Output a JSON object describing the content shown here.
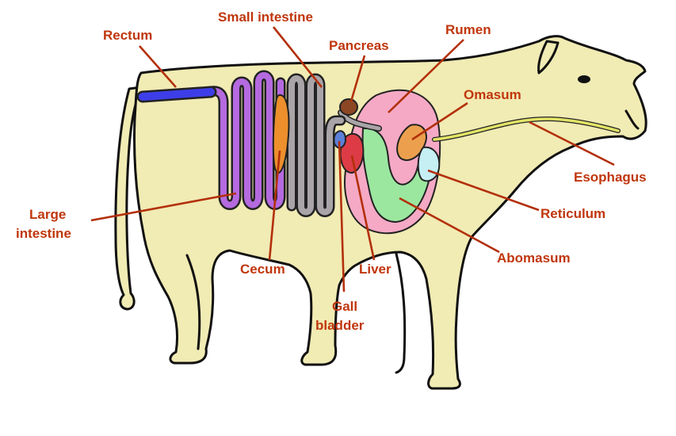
{
  "colors": {
    "background": "#ffffff",
    "cow_body": "#f1ebb4",
    "outline": "#111111",
    "label_text": "#c0360c",
    "leader_line": "#b3300a",
    "rectum": "#3d3ee8",
    "large_intestine": "#b56ae0",
    "small_intestine": "#a9a4a8",
    "cecum": "#ec8f2c",
    "pancreas": "#8c4624",
    "rumen": "#f5a9c5",
    "omasum": "#eca04e",
    "reticulum": "#c6eff4",
    "abomasum": "#9be7a0",
    "liver": "#dd3c46",
    "gall_bladder": "#5b7fd8",
    "esophagus": "#e2e367"
  },
  "labels": {
    "rectum": "Rectum",
    "small_intestine": "Small intestine",
    "pancreas": "Pancreas",
    "rumen": "Rumen",
    "omasum": "Omasum",
    "esophagus": "Esophagus",
    "reticulum": "Reticulum",
    "abomasum": "Abomasum",
    "liver": "Liver",
    "gall_bladder_line1": "Gall",
    "gall_bladder_line2": "bladder",
    "cecum": "Cecum",
    "large_intestine_line1": "Large",
    "large_intestine_line2": "intestine"
  }
}
